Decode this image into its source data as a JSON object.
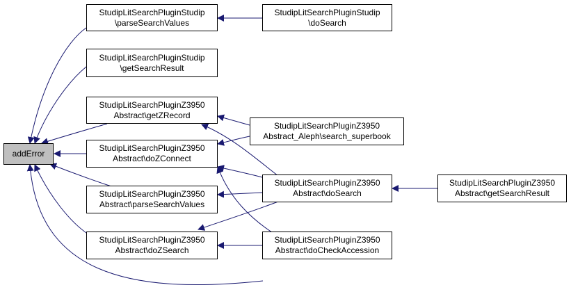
{
  "graph": {
    "nodes": {
      "adderror": {
        "lines": [
          "addError"
        ]
      },
      "ps_parse": {
        "lines": [
          "StudipLitSearchPluginStudip",
          "\\parseSearchValues"
        ]
      },
      "ps_getres": {
        "lines": [
          "StudipLitSearchPluginStudip",
          "\\getSearchResult"
        ]
      },
      "ps_dosearch": {
        "lines": [
          "StudipLitSearchPluginStudip",
          "\\doSearch"
        ]
      },
      "z_getzrecord": {
        "lines": [
          "StudipLitSearchPluginZ3950",
          "Abstract\\getZRecord"
        ]
      },
      "z_doconnect": {
        "lines": [
          "StudipLitSearchPluginZ3950",
          "Abstract\\doZConnect"
        ]
      },
      "z_parse": {
        "lines": [
          "StudipLitSearchPluginZ3950",
          "Abstract\\parseSearchValues"
        ]
      },
      "z_dozsearch": {
        "lines": [
          "StudipLitSearchPluginZ3950",
          "Abstract\\doZSearch"
        ]
      },
      "z_aleph": {
        "lines": [
          "StudipLitSearchPluginZ3950",
          "Abstract_Aleph\\search_superbook"
        ]
      },
      "z_dosearch": {
        "lines": [
          "StudipLitSearchPluginZ3950",
          "Abstract\\doSearch"
        ]
      },
      "z_docheck": {
        "lines": [
          "StudipLitSearchPluginZ3950",
          "Abstract\\doCheckAccession"
        ]
      },
      "z_getres": {
        "lines": [
          "StudipLitSearchPluginZ3950",
          "Abstract\\getSearchResult"
        ]
      }
    },
    "colors": {
      "edge": "#191970",
      "node_border": "#000000",
      "root_fill": "#bfbfbf"
    }
  }
}
